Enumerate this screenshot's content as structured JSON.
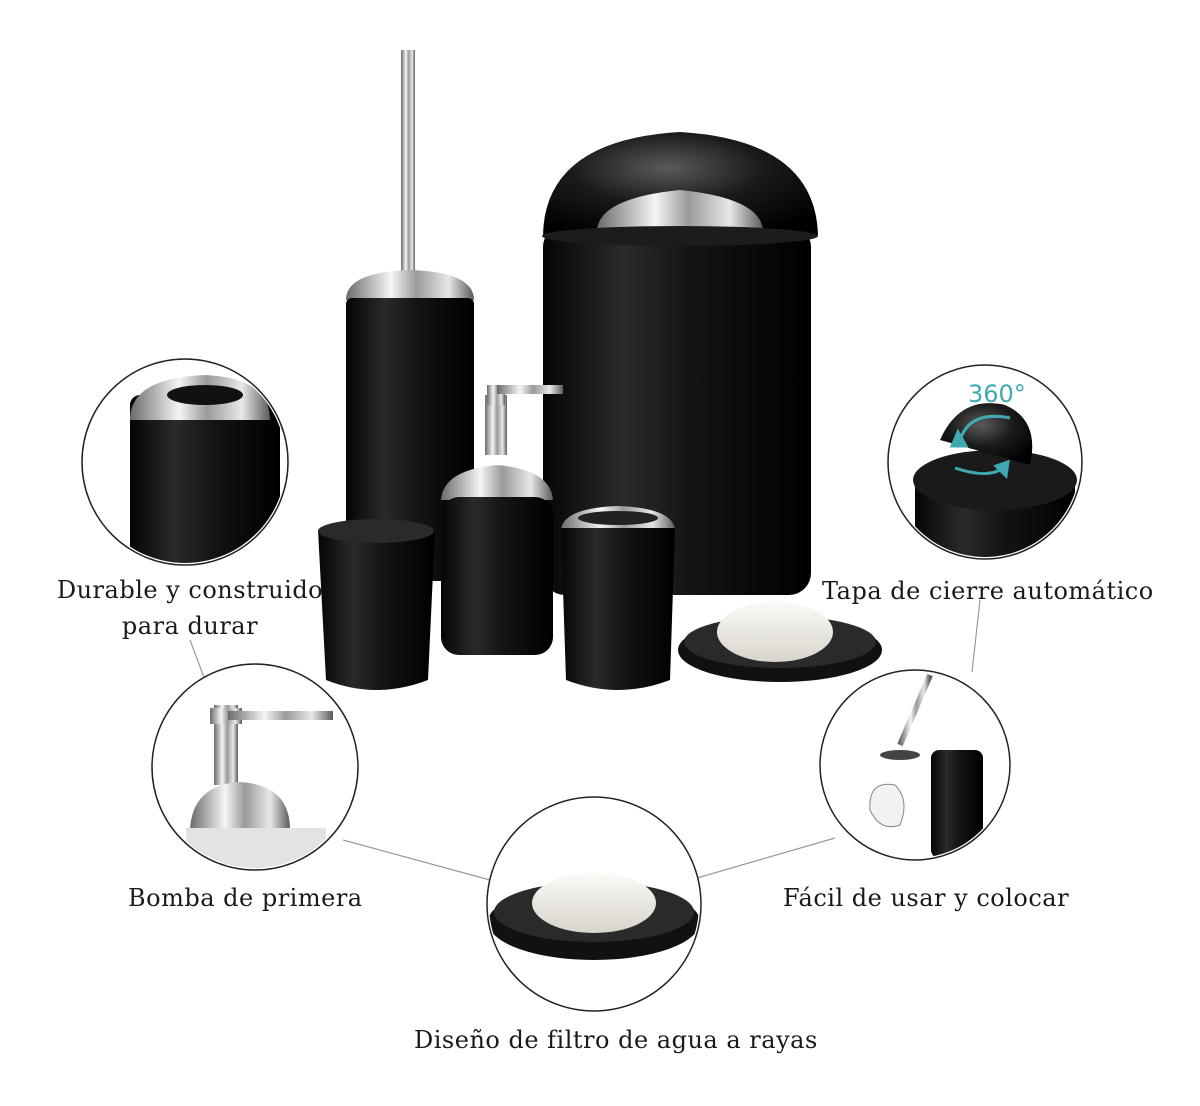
{
  "colors": {
    "product_black": "#141414",
    "chrome": "#c9c9c9",
    "soap": "#ece9e2",
    "accent_rotation": "#3fa8b0"
  },
  "features": {
    "durable": {
      "line1": "Durable y construido",
      "line2": "para durar"
    },
    "auto_lid": "Tapa de cierre automático",
    "pump": "Bomba de primera",
    "easy_use": "Fácil de usar y colocar",
    "soap_dish": "Diseño de filtro de agua a rayas"
  },
  "rotation_badge": "360°",
  "icons": [
    "rotation-arrows-icon"
  ]
}
